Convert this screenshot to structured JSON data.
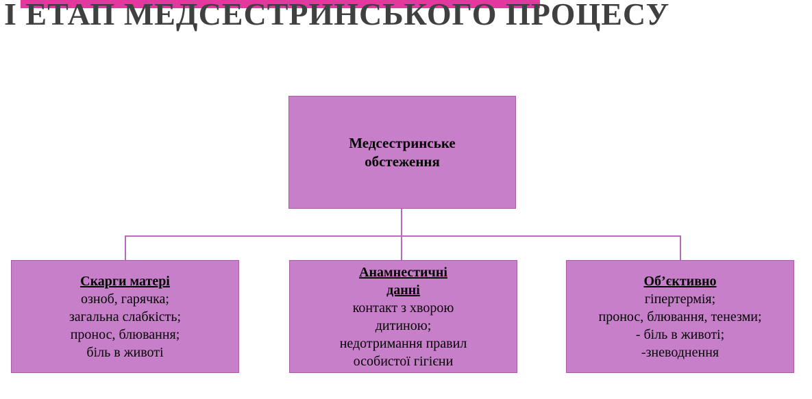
{
  "slide": {
    "title": "І ЕТАП МЕДСЕСТРИНСЬКОГО ПРОЦЕСУ",
    "accent_color": "#e3389e",
    "title_color": "#404040"
  },
  "diagram": {
    "box_fill": "#c77fc9",
    "box_border": "#a85ca8",
    "connector_color": "#b66cb8",
    "root": {
      "title": "Медсестринське обстеження"
    },
    "children": [
      {
        "title": "Скарги матері",
        "lines": [
          "озноб, гарячка;",
          "загальна слабкість;",
          "пронос, блювання;",
          "біль в животі"
        ]
      },
      {
        "title": "Анамнестичні данні",
        "lines": [
          "контакт з хворою дитиною;",
          "недотримання правил особистої гігієни"
        ]
      },
      {
        "title": "Об’єктивно",
        "lines": [
          "гіпертермія;",
          "пронос, блювання, тенезми;",
          "- біль в животі;",
          "-зневоднення"
        ]
      }
    ]
  }
}
